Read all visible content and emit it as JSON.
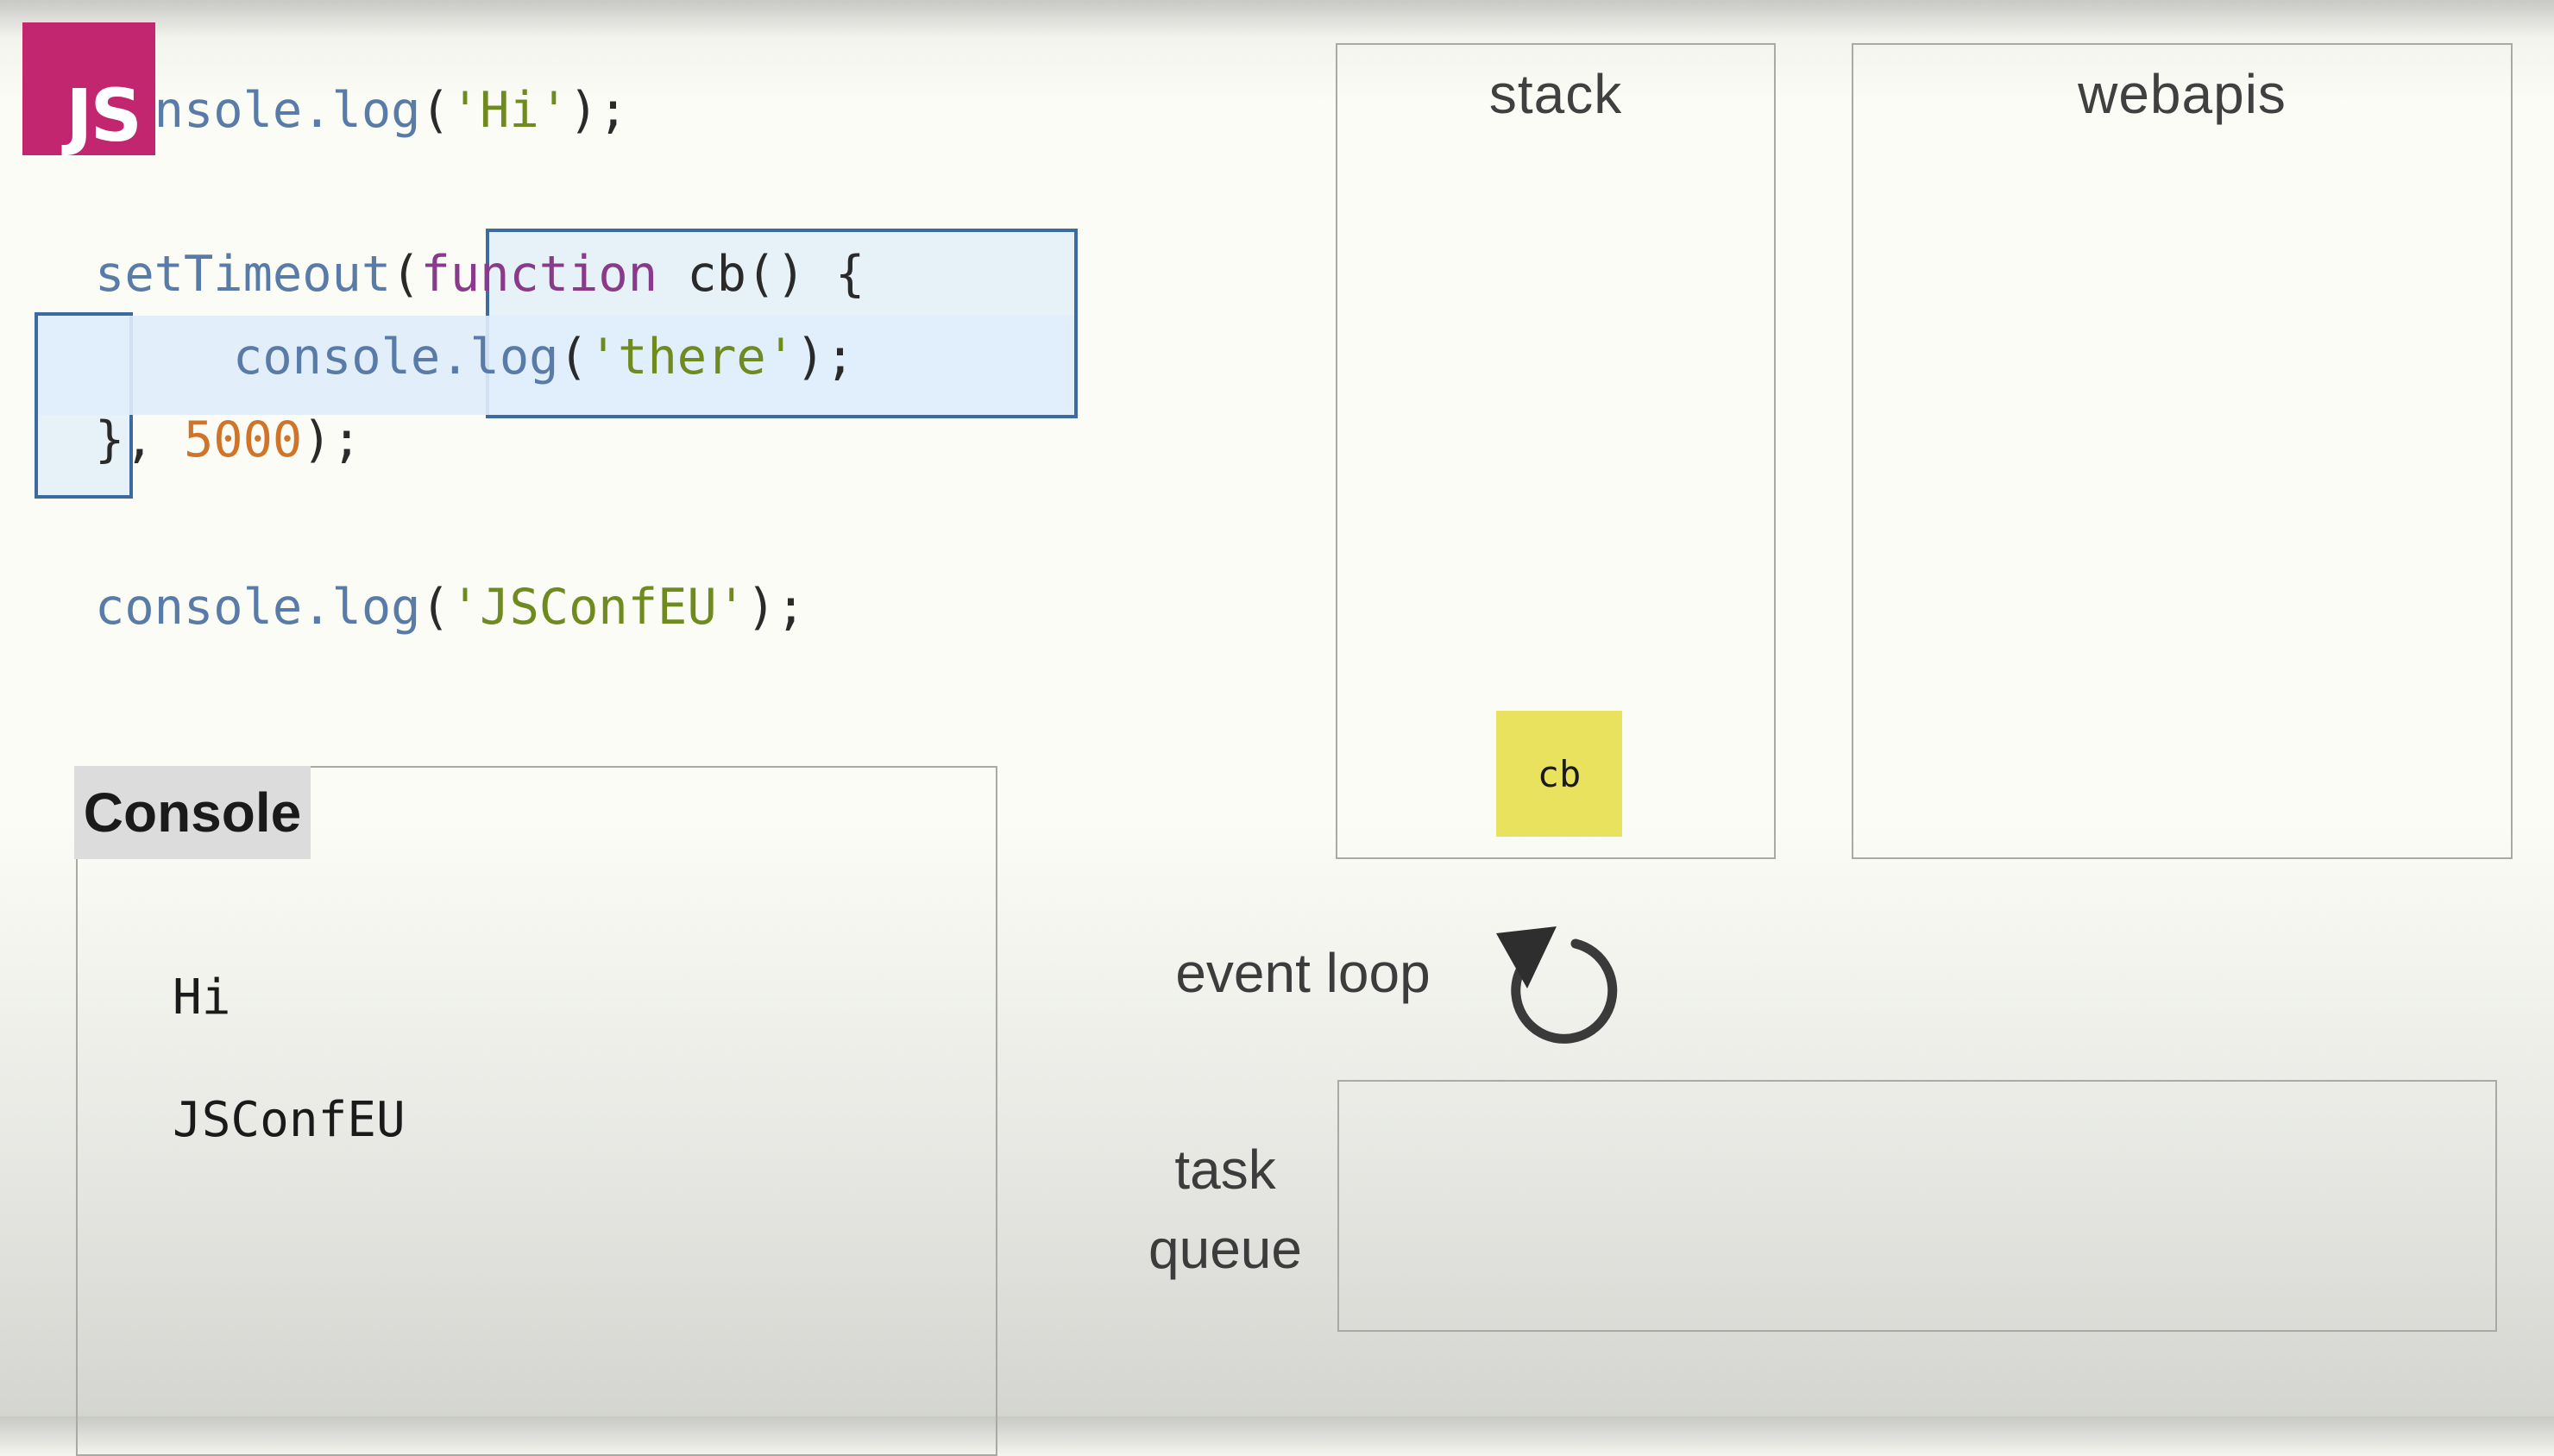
{
  "logo": {
    "text": "JS"
  },
  "code": {
    "line1": {
      "fn": "console.log",
      "open": "(",
      "str": "'Hi'",
      "close": ");"
    },
    "line2": {
      "fn": "setTimeout",
      "open": "(",
      "kw": "function",
      "rest": " cb() {"
    },
    "line3": {
      "fn": "console.log",
      "open": "(",
      "str": "'there'",
      "close": ");"
    },
    "line4": {
      "brace": "}",
      "comma": ", ",
      "num": "5000",
      "close": ");"
    },
    "line5": {
      "fn": "console.log",
      "open": "(",
      "str": "'JSConfEU'",
      "close": ");"
    }
  },
  "console": {
    "title": "Console",
    "lines": [
      "Hi",
      "JSConfEU"
    ]
  },
  "stack": {
    "title": "stack",
    "frames": [
      "cb"
    ]
  },
  "webapis": {
    "title": "webapis"
  },
  "event_loop": {
    "label": "event loop"
  },
  "task_queue": {
    "label_line1": "task",
    "label_line2": "queue"
  },
  "colors": {
    "logo_bg": "#c2266f",
    "function_name": "#587ba8",
    "keyword": "#8a3a8a",
    "string": "#6f8a1f",
    "number": "#cf7428",
    "highlight_border": "#3d6b9f",
    "stack_frame": "#e9e25f"
  }
}
